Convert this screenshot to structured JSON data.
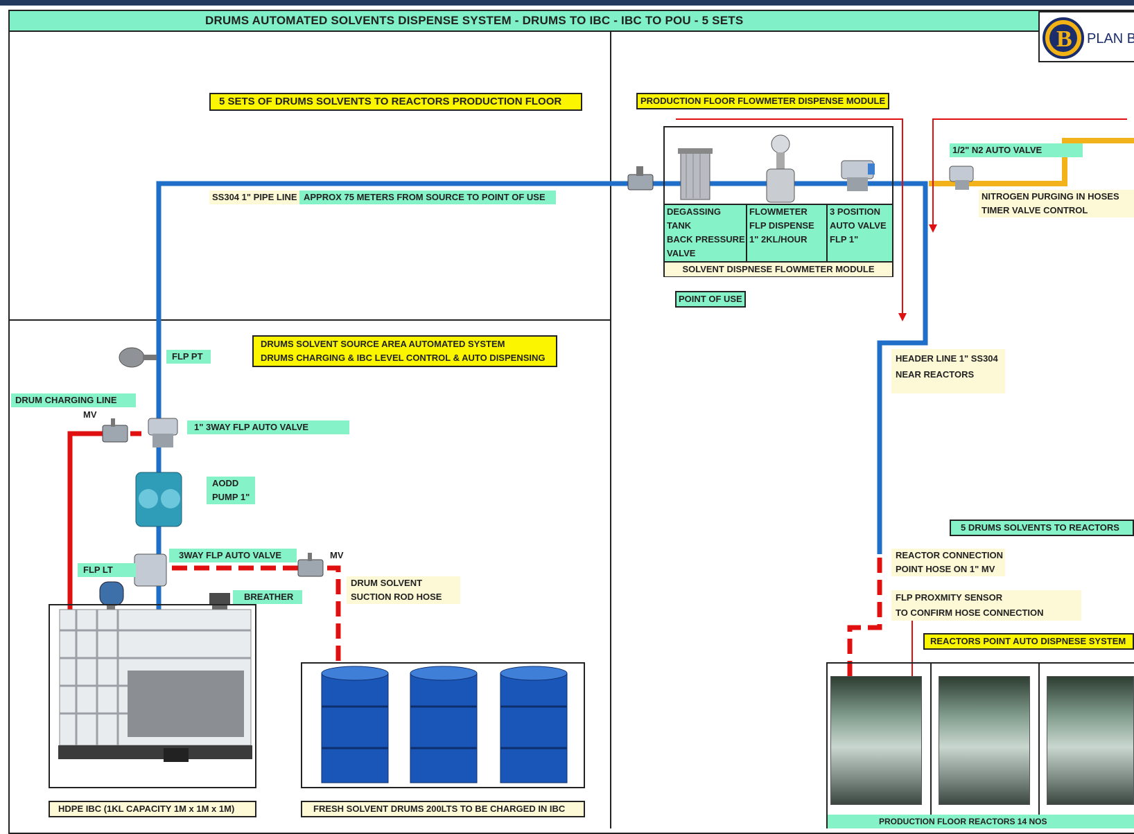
{
  "title": "DRUMS AUTOMATED  SOLVENTS DISPENSE SYSTEM - DRUMS TO IBC - IBC TO POU - 5 SETS",
  "logo": {
    "letter": "B",
    "text": "PLAN B"
  },
  "labels": {
    "five_sets": "5 SETS OF DRUMS SOLVENTS TO REACTORS PRODUCTION FLOOR",
    "pipe_line": "SS304 1\" PIPE LINE",
    "approx": "APPROX 75 METERS FROM SOURCE TO POINT OF USE",
    "module_title": "PRODUCTION FLOOR FLOWMETER DISPENSE MODULE",
    "n2_valve": "1/2\" N2 AUTO VALVE",
    "n2_purge_1": "NITROGEN PURGING IN HOSES",
    "n2_purge_2": "TIMER VALVE CONTROL",
    "degassing": [
      "DEGASSING",
      "TANK",
      "BACK PRESSURE",
      "VALVE"
    ],
    "flowmeter": [
      "FLOWMETER",
      "FLP DISPENSE",
      "1\" 2KL/HOUR"
    ],
    "position_valve": [
      "3 POSITION",
      "AUTO VALVE",
      "FLP 1\""
    ],
    "module_caption": "SOLVENT DISPNESE FLOWMETER MODULE",
    "point_of_use": "POINT OF USE",
    "source_area_1": "DRUMS SOLVENT SOURCE AREA AUTOMATED SYSTEM",
    "source_area_2": "DRUMS CHARGING & IBC LEVEL CONTROL & AUTO DISPENSING",
    "flp_pt": "FLP PT",
    "drum_charging": "DRUM CHARGING LINE",
    "mv_top": "MV",
    "three_way_1": "1\" 3WAY FLP AUTO VALVE",
    "aodd": [
      "AODD",
      "PUMP 1\""
    ],
    "three_way_2": "3WAY FLP AUTO VALVE",
    "mv_mid": "MV",
    "flp_lt": "FLP LT",
    "breather": "BREATHER",
    "suction": [
      "DRUM SOLVENT",
      "SUCTION ROD HOSE"
    ],
    "header_line": [
      "HEADER LINE 1\" SS304",
      "NEAR REACTORS"
    ],
    "five_drums": "5 DRUMS SOLVENTS TO REACTORS",
    "reactor_conn": [
      "REACTOR CONNECTION",
      "POINT HOSE ON 1\" MV"
    ],
    "proximity": [
      "FLP PROXMITY SENSOR",
      "TO CONFIRM HOSE CONNECTION"
    ],
    "reactors_pt": "REACTORS POINT AUTO DISPNESE SYSTEM",
    "ibc_caption": "HDPE IBC (1KL CAPACITY 1M x 1M x 1M)",
    "drums_caption": "FRESH SOLVENT DRUMS 200LTS TO BE CHARGED IN IBC",
    "reactors_caption": "PRODUCTION FLOOR REACTORS 14 NOS"
  },
  "colors": {
    "pipe": "#1f6ec8",
    "red_line": "#e01010",
    "n2_line": "#f2b21c",
    "green": "#86f2c8",
    "yellow": "#fbf600",
    "drum": "#1a55b8"
  }
}
